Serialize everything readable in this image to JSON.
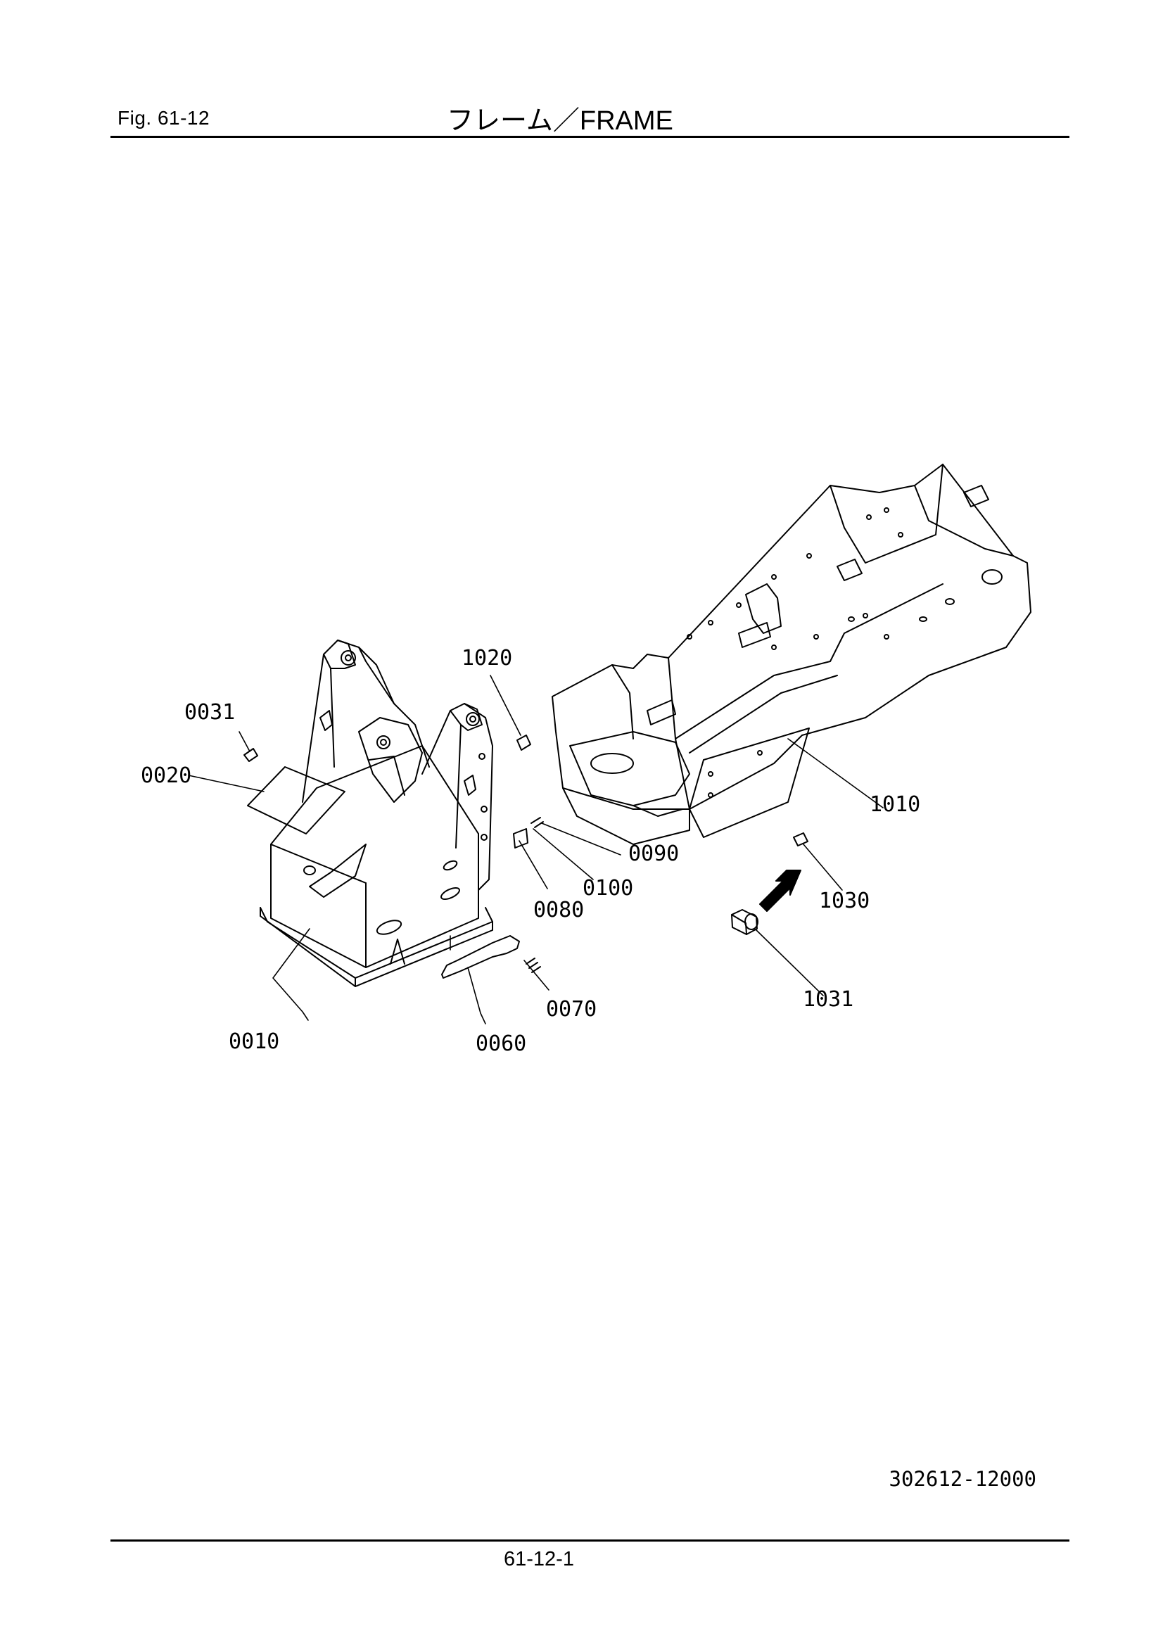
{
  "header": {
    "figure_label": "Fig.  61-12",
    "title": "フレーム／FRAME"
  },
  "callouts": {
    "c0010": "0010",
    "c0020": "0020",
    "c0031": "0031",
    "c0060": "0060",
    "c0070": "0070",
    "c0080": "0080",
    "c0090": "0090",
    "c0100": "0100",
    "c1010": "1010",
    "c1020": "1020",
    "c1030": "1030",
    "c1031": "1031"
  },
  "footer": {
    "document_number": "302612-12000",
    "page_number": "61-12-1"
  }
}
